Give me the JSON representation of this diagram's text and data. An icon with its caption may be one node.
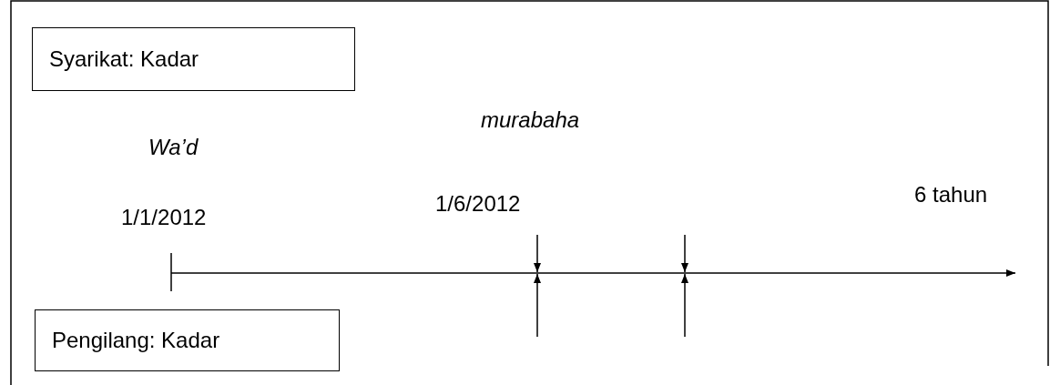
{
  "diagram": {
    "nodes": [
      {
        "text": [
          "Syarikat: Kadar"
        ]
      },
      {
        "text": [
          "Pengilang: Kadar"
        ]
      }
    ],
    "labels": [
      "Wa’d",
      "murabaha",
      "1/1/2012",
      "1/6/2012",
      "6 tahun"
    ]
  }
}
